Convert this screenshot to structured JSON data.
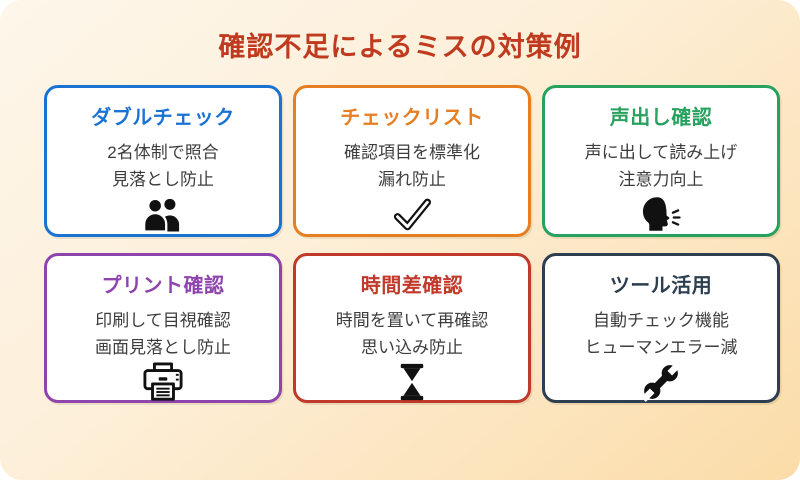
{
  "page": {
    "title": "確認不足によるミスの対策例"
  },
  "colors": {
    "page_title": "#bf3a1e",
    "background_top": "#fdf5e8",
    "background_bottom": "#fbdca8",
    "card_background": "#ffffff",
    "body_text": "#3d3d3d",
    "icon": "#111111"
  },
  "cards": [
    {
      "id": "double-check",
      "title": "ダブルチェック",
      "lines": [
        "2名体制で照合",
        "見落とし防止"
      ],
      "accent": "#1a73d2",
      "icon": "users-icon"
    },
    {
      "id": "checklist",
      "title": "チェックリスト",
      "lines": [
        "確認項目を標準化",
        "漏れ防止"
      ],
      "accent": "#e67e22",
      "icon": "checkmark-icon"
    },
    {
      "id": "voice-check",
      "title": "声出し確認",
      "lines": [
        "声に出して読み上げ",
        "注意力向上"
      ],
      "accent": "#27a15e",
      "icon": "speaking-head-icon"
    },
    {
      "id": "print-check",
      "title": "プリント確認",
      "lines": [
        "印刷して目視確認",
        "画面見落とし防止"
      ],
      "accent": "#8e44ad",
      "icon": "printer-icon"
    },
    {
      "id": "time-lag-check",
      "title": "時間差確認",
      "lines": [
        "時間を置いて再確認",
        "思い込み防止"
      ],
      "accent": "#c0392b",
      "icon": "hourglass-icon"
    },
    {
      "id": "tool-use",
      "title": "ツール活用",
      "lines": [
        "自動チェック機能",
        "ヒューマンエラー減"
      ],
      "accent": "#2c3e50",
      "icon": "wrench-icon"
    }
  ]
}
